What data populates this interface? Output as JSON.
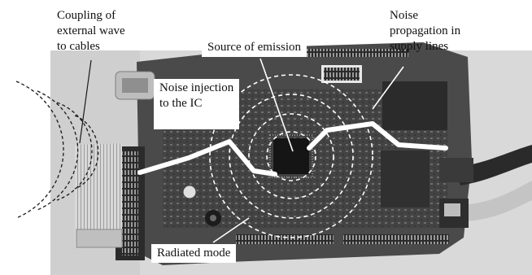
{
  "annotations": {
    "coupling_line1": "Coupling of",
    "coupling_line2": "external wave",
    "coupling_line3": "to cables",
    "source": "Source of emission",
    "propagation_line1": "Noise",
    "propagation_line2": "propagation in",
    "propagation_line3": "supply lines",
    "injection_line1": "Noise injection",
    "injection_line2": "to the IC",
    "radiated": "Radiated mode"
  },
  "colors": {
    "background": "#ffffff",
    "text": "#111111",
    "label_box": "#ffffff",
    "supply_line": "#ffffff",
    "wave_dashes": "#1a1a1a",
    "pcb": "#4a4a4a"
  }
}
